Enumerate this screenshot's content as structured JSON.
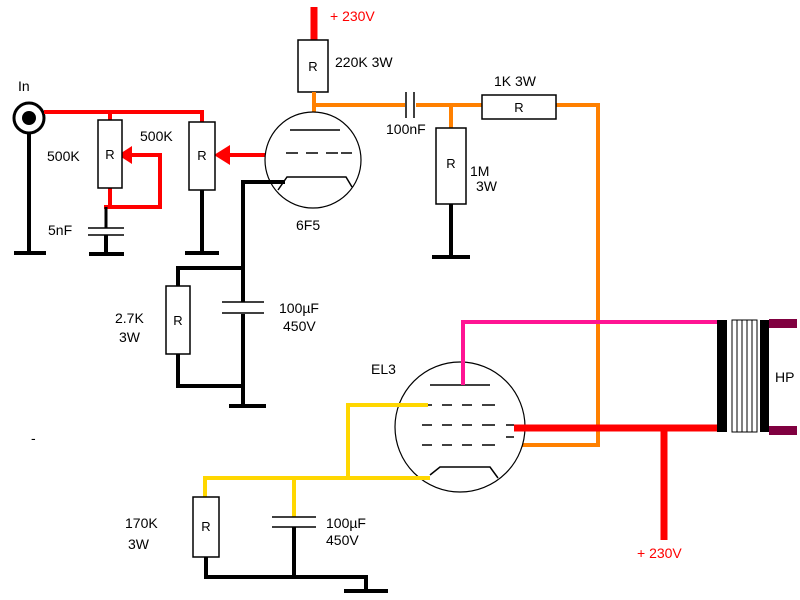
{
  "colors": {
    "hv": "#ff0000",
    "input": "#ff0000",
    "anode_6f5": "#ff8000",
    "ground": "#000000",
    "cathode_el3": "#ffd700",
    "plate_el3": "#ff1493",
    "transformer_cap": "#800040",
    "resistor_label_pink": "#e0218a"
  },
  "labels": {
    "supply_top": "+ 230V",
    "supply_bottom": "+ 230V",
    "input": "In",
    "r_220k": "220K 3W",
    "r_1k": "1K  3W",
    "c_100nf": "100nF",
    "r_1m_value": "1M",
    "r_1m_power": "3W",
    "pot_500k_left": "500K",
    "pot_500k_right": "500K",
    "c_5nf": "5nF",
    "tube_6f5": "6F5",
    "r_2k7_value": "2.7K",
    "r_2k7_power": "3W",
    "c_100uf_1_value": "100µF",
    "c_100uf_1_voltage": "450V",
    "tube_el3": "EL3",
    "hp": "HP",
    "r_170k_value": "170K",
    "r_170k_power": "3W",
    "c_100uf_2_value": "100µF",
    "c_100uf_2_voltage": "450V",
    "stray_mark": "-"
  },
  "resistor_symbol": "R"
}
